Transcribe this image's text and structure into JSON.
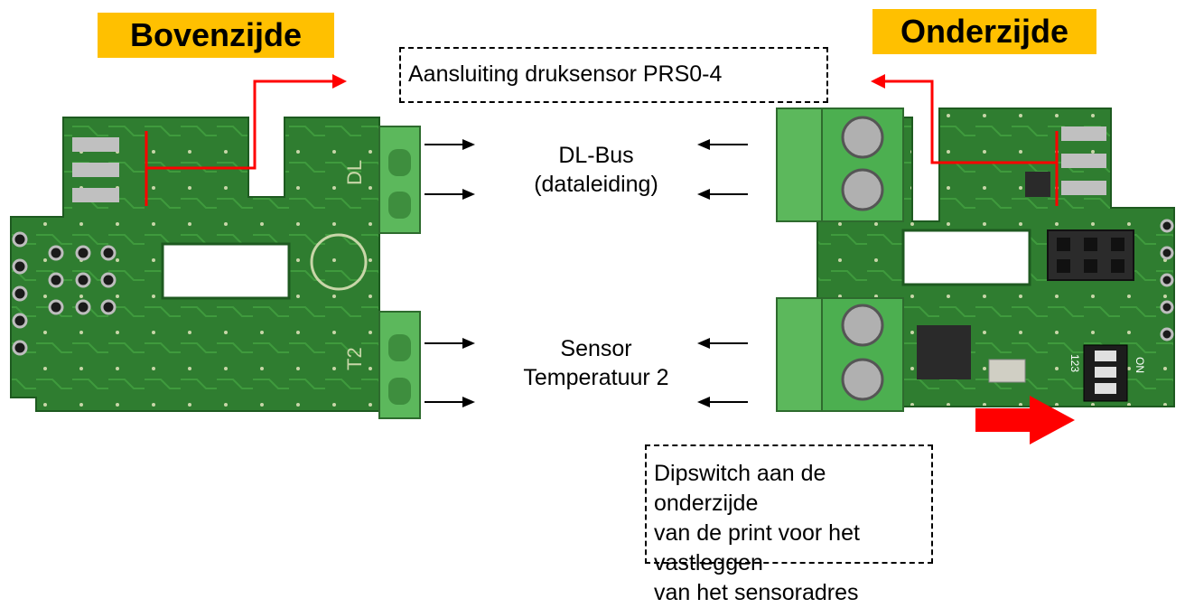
{
  "top_side_title": "Bovenzijde",
  "bottom_side_title": "Onderzijde",
  "pressure_sensor_label": "Aansluiting druksensor PRS0-4",
  "dl_bus": {
    "line1": "DL-Bus",
    "line2": "(dataleiding)"
  },
  "sensor": {
    "line1": "Sensor",
    "line2": "Temperatuur 2"
  },
  "dipswitch_note": {
    "line1": "Dipswitch aan de onderzijde",
    "line2": "van de print voor het vastleggen",
    "line3": "van het sensoradres"
  },
  "pcb_markings": {
    "top_terminal_dl": "DL",
    "top_terminal_t2": "T2",
    "dip_on": "ON",
    "dip_numbers": "123"
  },
  "colors": {
    "badge": "#FFC000",
    "pcb_green": "#2e7d32",
    "terminal_green": "#4caf50",
    "arrow_red": "#ff0000"
  }
}
